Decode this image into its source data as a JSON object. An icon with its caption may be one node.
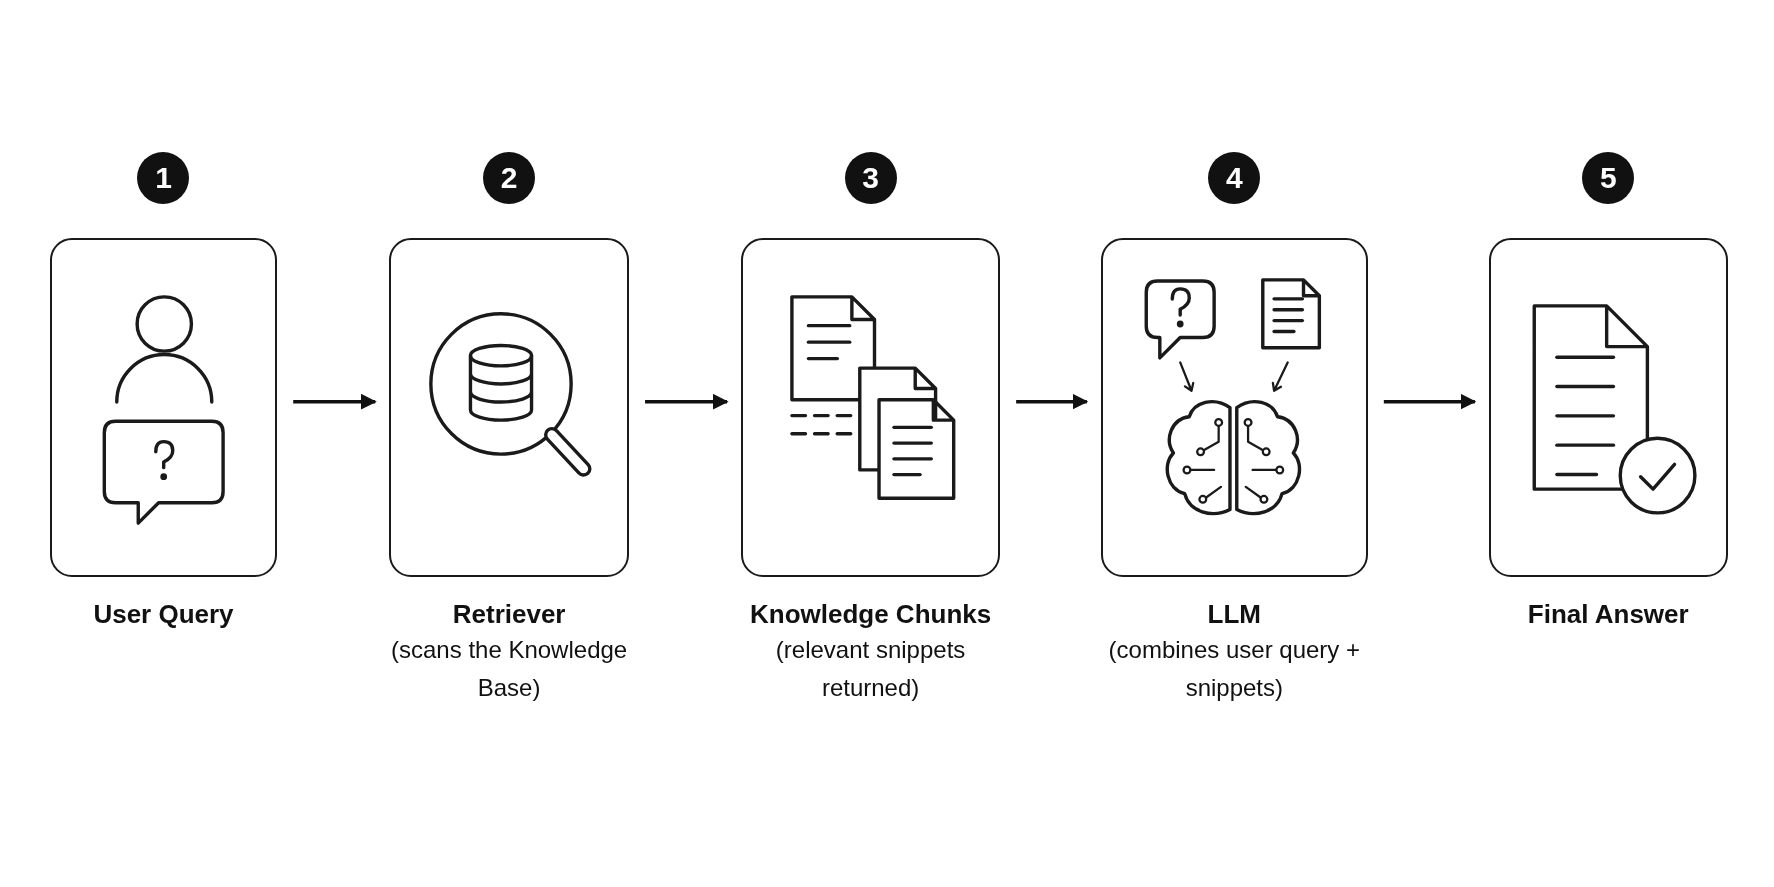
{
  "diagram": {
    "nodes": [
      {
        "text": [
          "User Query"
        ],
        "beside": [
          "1"
        ]
      },
      {
        "text": [
          "Retriever",
          "(scans the Knowledge Base)"
        ],
        "beside": [
          "2"
        ]
      },
      {
        "text": [
          "Knowledge Chunks",
          "(relevant snippets returned)"
        ],
        "beside": [
          "3"
        ]
      },
      {
        "text": [
          "LLM",
          "(combines user query + snippets)"
        ],
        "beside": [
          "4"
        ]
      },
      {
        "text": [
          "Final Answer"
        ],
        "beside": [
          "5"
        ]
      }
    ],
    "edges": [
      {
        "from": 0,
        "to": 1,
        "arrow": "to"
      },
      {
        "from": 1,
        "to": 2,
        "arrow": "to"
      },
      {
        "from": 2,
        "to": 3,
        "arrow": "to"
      },
      {
        "from": 3,
        "to": 4,
        "arrow": "to"
      }
    ]
  }
}
